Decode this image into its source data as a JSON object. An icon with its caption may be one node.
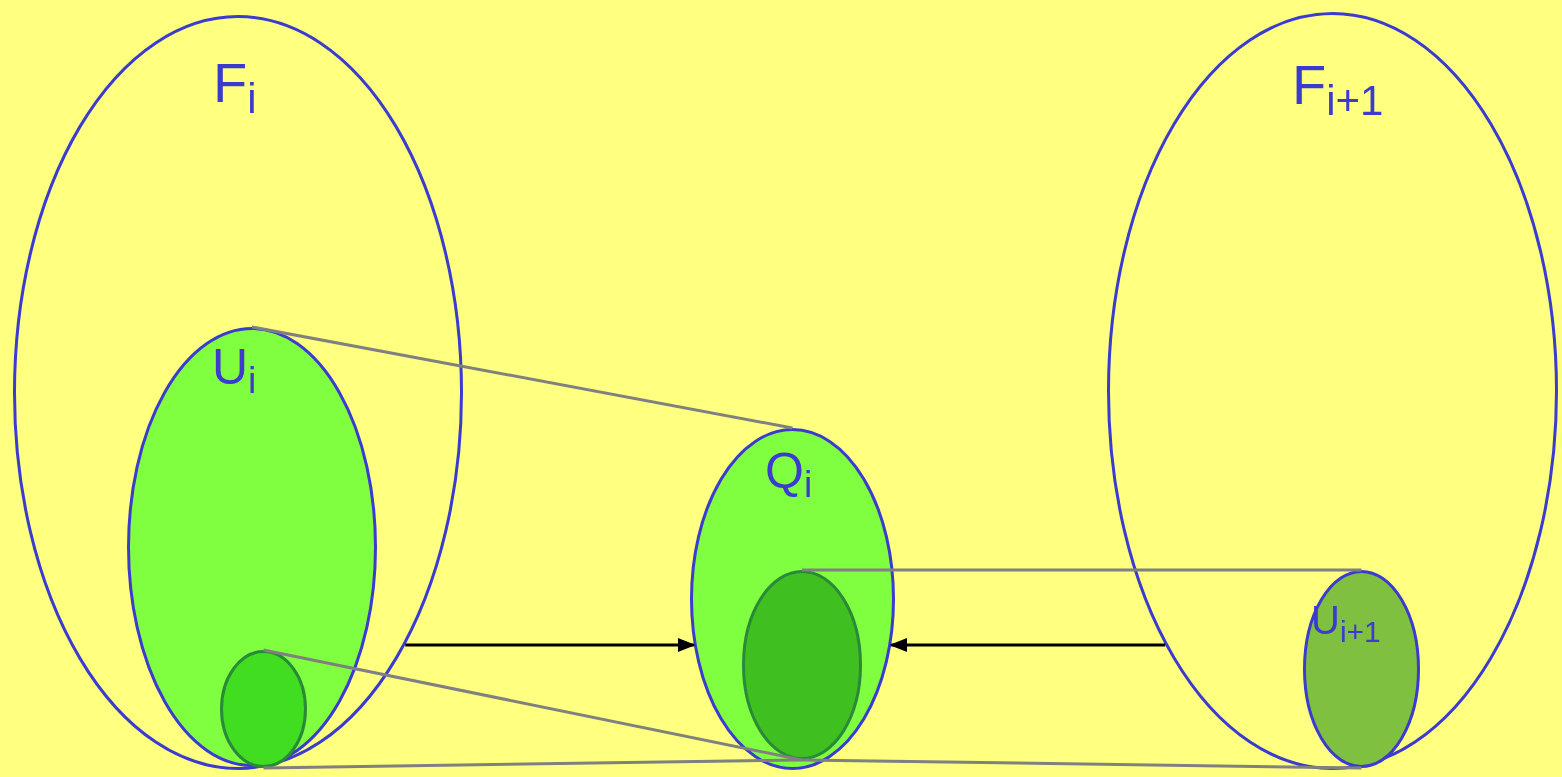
{
  "diagram": {
    "nodes": [
      {
        "text": [
          "F$_{i}$"
        ]
      },
      {
        "text": [
          "U$_{i}$"
        ],
        "in": 0
      },
      {
        "text": [],
        "shape": "ellipse",
        "in": 1
      },
      {
        "text": [
          "Q$_{i}$"
        ]
      },
      {
        "text": [],
        "shape": "ellipse",
        "in": 3
      },
      {
        "text": [
          "F$_{i+1}$"
        ]
      },
      {
        "text": [
          "U$_{i+1}$"
        ],
        "in": 5
      }
    ],
    "edges": [
      {
        "from": 1,
        "to": 3,
        "arrow": "none"
      },
      {
        "from": 2,
        "to": 4,
        "arrow": "none"
      },
      {
        "from": 6,
        "to": 4,
        "arrow": "none"
      },
      {
        "from": 2,
        "to": 4,
        "arrow": "none"
      },
      {
        "from": 6,
        "to": 4,
        "arrow": "none"
      },
      {
        "from": 0,
        "to": 3,
        "arrow": "to",
        "color": "#000000"
      },
      {
        "from": 5,
        "to": 3,
        "arrow": "to",
        "color": "#000000"
      }
    ]
  }
}
